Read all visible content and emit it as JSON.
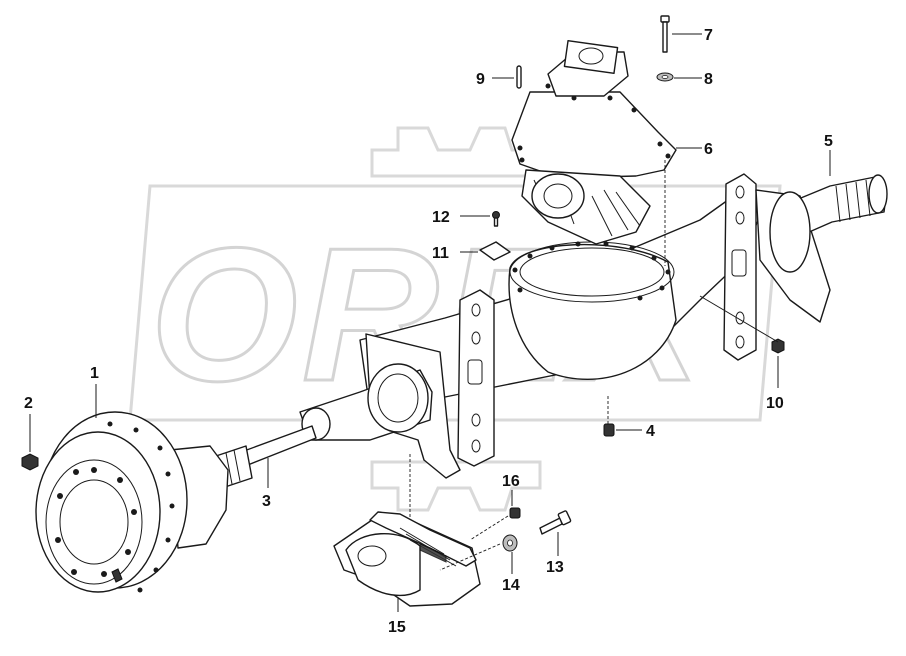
{
  "watermark": {
    "text": "OREX"
  },
  "callouts": [
    {
      "num": "1"
    },
    {
      "num": "2"
    },
    {
      "num": "3"
    },
    {
      "num": "4"
    },
    {
      "num": "5"
    },
    {
      "num": "6"
    },
    {
      "num": "7"
    },
    {
      "num": "8"
    },
    {
      "num": "9"
    },
    {
      "num": "10"
    },
    {
      "num": "11"
    },
    {
      "num": "12"
    },
    {
      "num": "13"
    },
    {
      "num": "14"
    },
    {
      "num": "15"
    },
    {
      "num": "16"
    }
  ]
}
